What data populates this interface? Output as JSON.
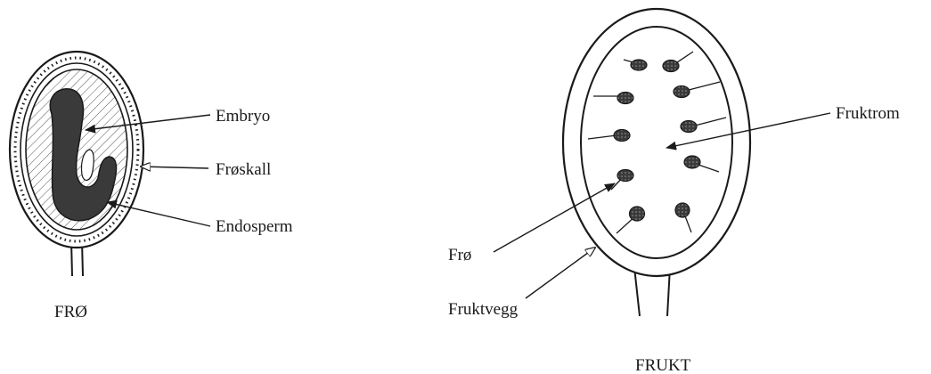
{
  "seed_diagram": {
    "caption": "FRØ",
    "labels": {
      "embryo": "Embryo",
      "seed_coat": "Frøskall",
      "endosperm": "Endosperm"
    }
  },
  "fruit_diagram": {
    "caption": "FRUKT",
    "labels": {
      "fruit_cavity": "Fruktrom",
      "seed": "Frø",
      "fruit_wall": "Fruktvegg"
    }
  },
  "colors": {
    "ink": "#1a1a1a",
    "embryo_fill": "#3a3a3a",
    "background": "#ffffff"
  }
}
